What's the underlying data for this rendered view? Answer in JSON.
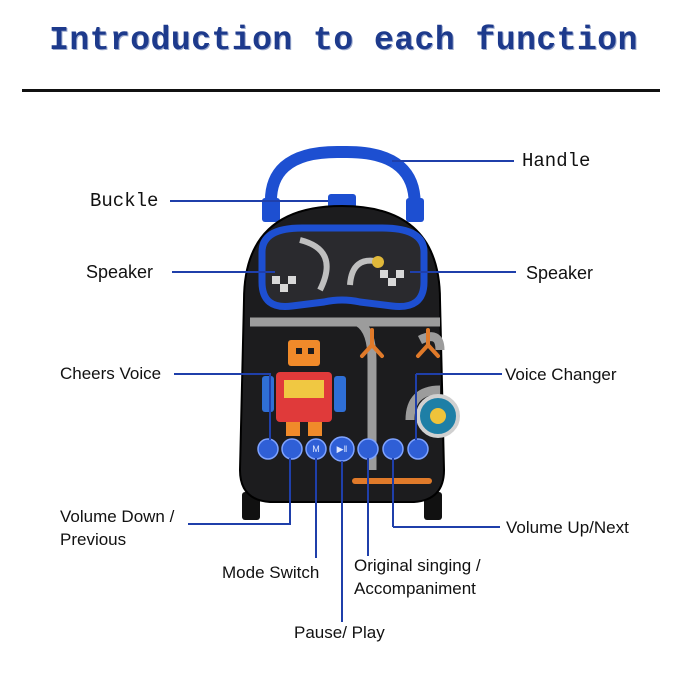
{
  "title": "Introduction to each function",
  "labels": {
    "handle": "Handle",
    "buckle": "Buckle",
    "speaker_left": "Speaker",
    "speaker_right": "Speaker",
    "cheers_voice": "Cheers Voice",
    "voice_changer": "Voice Changer",
    "volume_down_l1": "Volume Down /",
    "volume_down_l2": "Previous",
    "mode_switch": "Mode Switch",
    "original_l1": "Original singing /",
    "original_l2": "Accompaniment",
    "volume_up": "Volume Up/Next",
    "pause_play": "Pause/ Play"
  },
  "colors": {
    "leader": "#1f3faa",
    "title": "#1d3a8c",
    "body": "#1c1c1e",
    "handle": "#1d4fd1",
    "button": "#2f5fd6"
  }
}
